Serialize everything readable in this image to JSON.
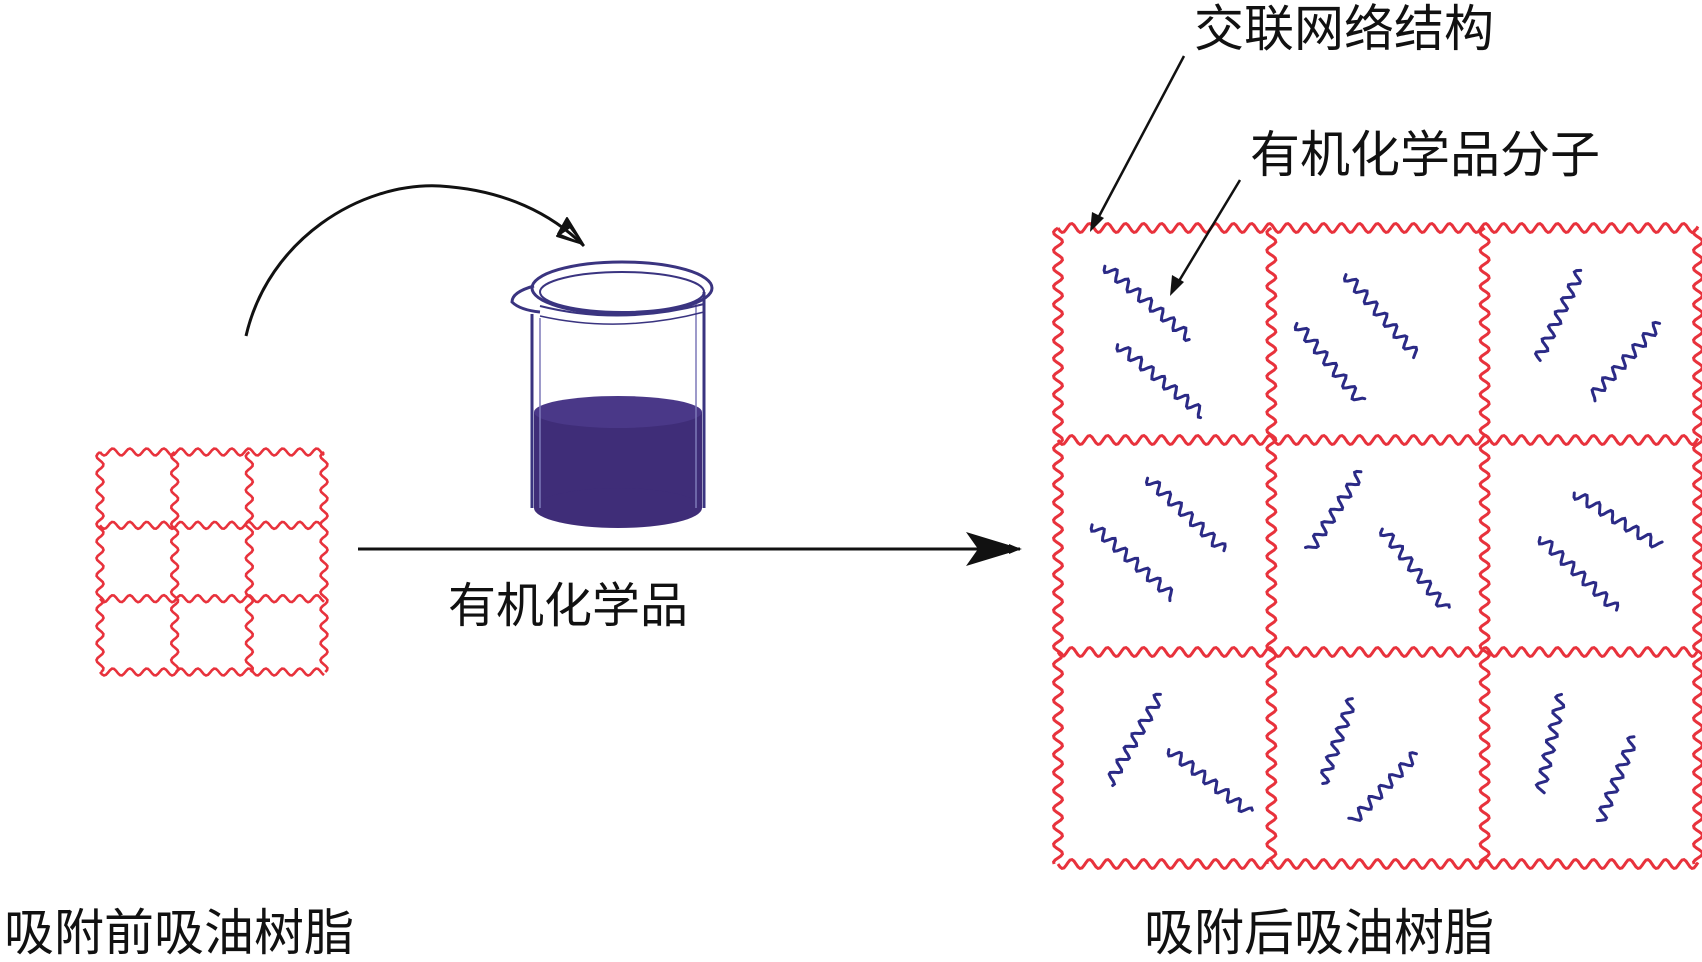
{
  "labels": {
    "before_resin": "吸附前吸油树脂",
    "after_resin": "吸附后吸油树脂",
    "organic_chemical": "有机化学品",
    "crosslinked_network": "交联网络结构",
    "organic_molecule": "有机化学品分子"
  },
  "colors": {
    "network": "#e8323c",
    "molecule": "#2b2a86",
    "liquid": "#3f2d78",
    "beaker": "#3a3480",
    "arrow": "#111111",
    "background": "#ffffff"
  },
  "grids": {
    "before": {
      "rows": 3,
      "cols": 3
    },
    "after": {
      "rows": 3,
      "cols": 3,
      "molecules_per_cell": 2
    }
  },
  "icons": [
    "beaker-icon",
    "curved-arrow-icon",
    "process-arrow-icon"
  ]
}
